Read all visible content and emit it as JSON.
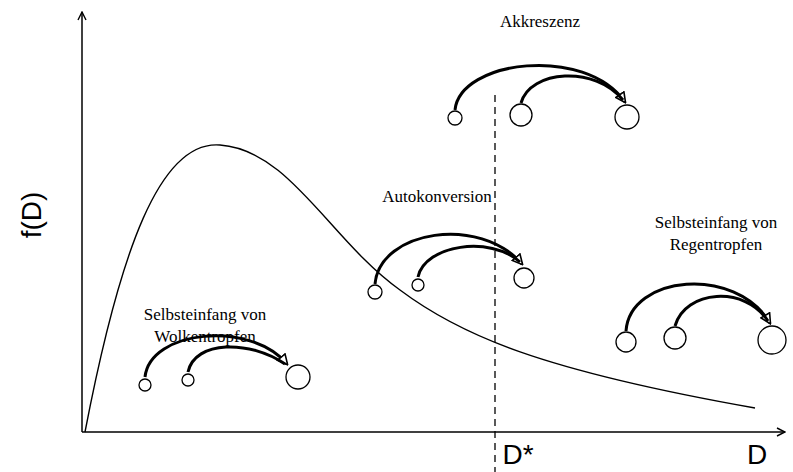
{
  "diagram": {
    "labels": [
      "f(D)",
      "D",
      "D*",
      "Akkreszenz",
      "Autokonversion",
      "Selbsteinfang von Wolkentropfen",
      "Selbsteinfang von Regentropfen"
    ]
  }
}
